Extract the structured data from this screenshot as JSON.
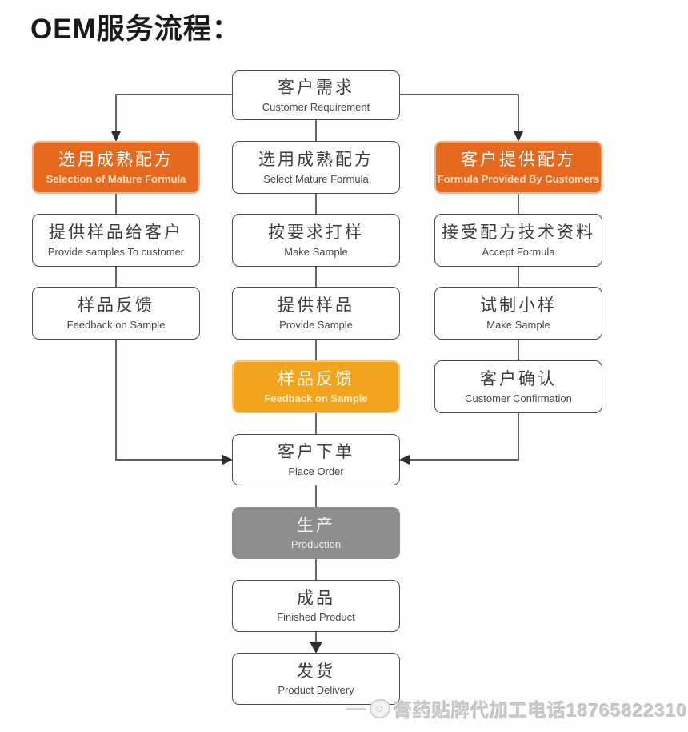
{
  "page_title": "OEM服务流程：",
  "flowchart": {
    "nodes": {
      "customer_requirement": {
        "zh": "客户需求",
        "en": "Customer Requirement"
      },
      "selection_mature_formula": {
        "zh": "选用成熟配方",
        "en": "Selection of Mature Formula"
      },
      "select_mature_formula": {
        "zh": "选用成熟配方",
        "en": "Select Mature Formula"
      },
      "formula_by_customers": {
        "zh": "客户提供配方",
        "en": "Formula  Provided By Customers"
      },
      "provide_samples_to_customer": {
        "zh": "提供样品给客户",
        "en": "Provide samples To customer"
      },
      "make_sample_center": {
        "zh": "按要求打样",
        "en": "Make Sample"
      },
      "accept_formula": {
        "zh": "接受配方技术资料",
        "en": "Accept Formula"
      },
      "feedback_on_sample_left": {
        "zh": "样品反馈",
        "en": "Feedback on Sample"
      },
      "provide_sample": {
        "zh": "提供样品",
        "en": "Provide Sample"
      },
      "make_small_sample": {
        "zh": "试制小样",
        "en": "Make Sample"
      },
      "feedback_on_sample_center": {
        "zh": "样品反馈",
        "en": "Feedback on Sample"
      },
      "customer_confirmation": {
        "zh": "客户确认",
        "en": "Customer Confirmation"
      },
      "place_order": {
        "zh": "客户下单",
        "en": "Place Order"
      },
      "production": {
        "zh": "生产",
        "en": "Production"
      },
      "finished_product": {
        "zh": "成品",
        "en": "Finished Product"
      },
      "product_delivery": {
        "zh": "发货",
        "en": "Product Delivery"
      }
    },
    "colors": {
      "orange": "#e7691e",
      "amber": "#f2a41d",
      "gray": "#8e8e8e",
      "line": "#4a4a4a",
      "box_border": "#4c4c4c",
      "text": "#3c3c3c"
    }
  },
  "watermark": {
    "text": "膏药贴牌代加工电话18765822310"
  }
}
